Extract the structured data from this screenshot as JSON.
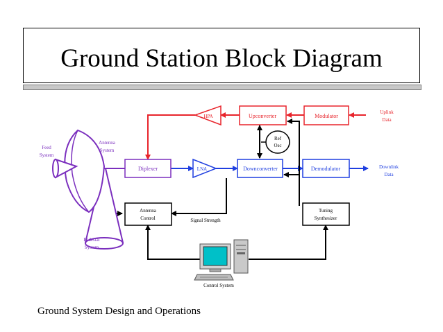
{
  "title": "Ground Station Block Diagram",
  "footer": "Ground System Design and Operations",
  "blocks": {
    "hpa": "HPA",
    "upconverter": "Upconverter",
    "modulator": "Modulator",
    "ref_osc": [
      "Ref",
      "Osc"
    ],
    "diplexer": "Diplexer",
    "lna": "LNA",
    "downconverter": "Downconverter",
    "demodulator": "Demodulator",
    "antenna_control": [
      "Antenna",
      "Control"
    ],
    "tuning_synthesizer": [
      "Tuning",
      "Synthesizer"
    ]
  },
  "labels": {
    "uplink_data": [
      "Uplink",
      "Data"
    ],
    "downlink_data": [
      "Downlink",
      "Data"
    ],
    "feed_system": [
      "Feed",
      "System"
    ],
    "antenna_system": [
      "Antenna",
      "System"
    ],
    "pedestal_system": [
      "Pedestal",
      "System"
    ],
    "signal_strength": "Signal Strength",
    "control_system": "Control System"
  },
  "colors": {
    "uplink": "#e8242b",
    "downlink": "#1f3fe0",
    "antenna": "#7b2fbe",
    "control": "#000000"
  }
}
